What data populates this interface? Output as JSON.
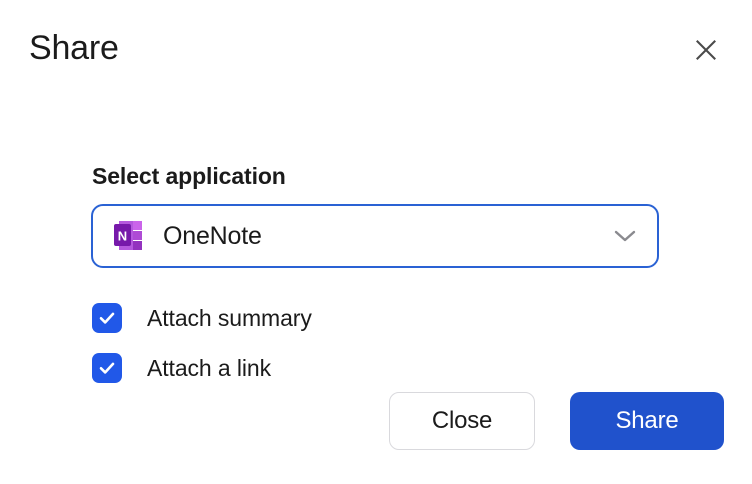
{
  "dialog": {
    "title": "Share",
    "close_icon": "close-icon"
  },
  "form": {
    "select_label": "Select application",
    "selected_application": "OneNote",
    "application_icon": "onenote-icon",
    "chevron_icon": "chevron-down-icon",
    "checkboxes": [
      {
        "label": "Attach summary",
        "checked": "true",
        "icon": "check-icon"
      },
      {
        "label": "Attach a link",
        "checked": "true",
        "icon": "check-icon"
      }
    ]
  },
  "footer": {
    "close_label": "Close",
    "share_label": "Share"
  },
  "colors": {
    "accent_blue": "#2052cc",
    "checkbox_blue": "#2158e8",
    "focus_border": "#2a62d4",
    "text_primary": "#1b1b1b",
    "border_gray": "#d9d9dd",
    "chevron_gray": "#8a8a8f",
    "close_icon_gray": "#4a4a4a",
    "onenote_purple": "#7719aa",
    "onenote_light_purple": "#ca64ea",
    "onenote_mid_purple": "#ae4bd5",
    "background": "#ffffff"
  }
}
